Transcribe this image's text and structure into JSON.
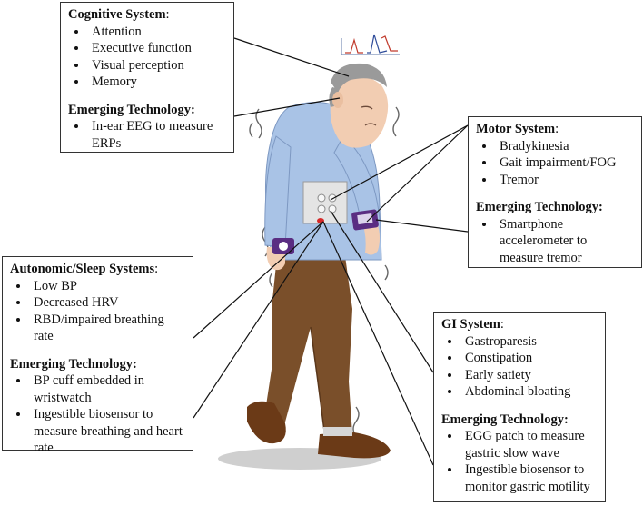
{
  "cognitive": {
    "heading": "Cognitive System",
    "heading_suffix": ":",
    "items": [
      "Attention",
      "Executive function",
      "Visual perception",
      "Memory"
    ],
    "tech_heading": "Emerging Technology:",
    "tech_items": [
      "In-ear EEG to measure ERPs"
    ]
  },
  "motor": {
    "heading": "Motor System",
    "heading_suffix": ":",
    "items": [
      "Bradykinesia",
      "Gait impairment/FOG",
      "Tremor"
    ],
    "tech_heading": "Emerging Technology:",
    "tech_items": [
      "Smartphone accelerometer to measure tremor"
    ]
  },
  "autonomic": {
    "heading": "Autonomic/Sleep Systems",
    "heading_suffix": ":",
    "items": [
      "Low BP",
      "Decreased HRV",
      "RBD/impaired breathing rate"
    ],
    "tech_heading": "Emerging Technology:",
    "tech_items": [
      "BP cuff embedded in wristwatch",
      "Ingestible biosensor to measure breathing and heart rate"
    ]
  },
  "gi": {
    "heading": "GI System",
    "heading_suffix": ":",
    "items": [
      "Gastroparesis",
      "Constipation",
      "Early satiety",
      "Abdominal bloating"
    ],
    "tech_heading": "Emerging Technology:",
    "tech_items": [
      "EGG patch to measure gastric slow wave",
      "Ingestible biosensor to monitor gastric motility"
    ]
  },
  "colors": {
    "shirt": "#a9c3e6",
    "pants": "#7a4f2a",
    "skin": "#f2cdb2",
    "hair": "#9a9a9a",
    "band": "#5a2d82",
    "connector": "#111111"
  }
}
